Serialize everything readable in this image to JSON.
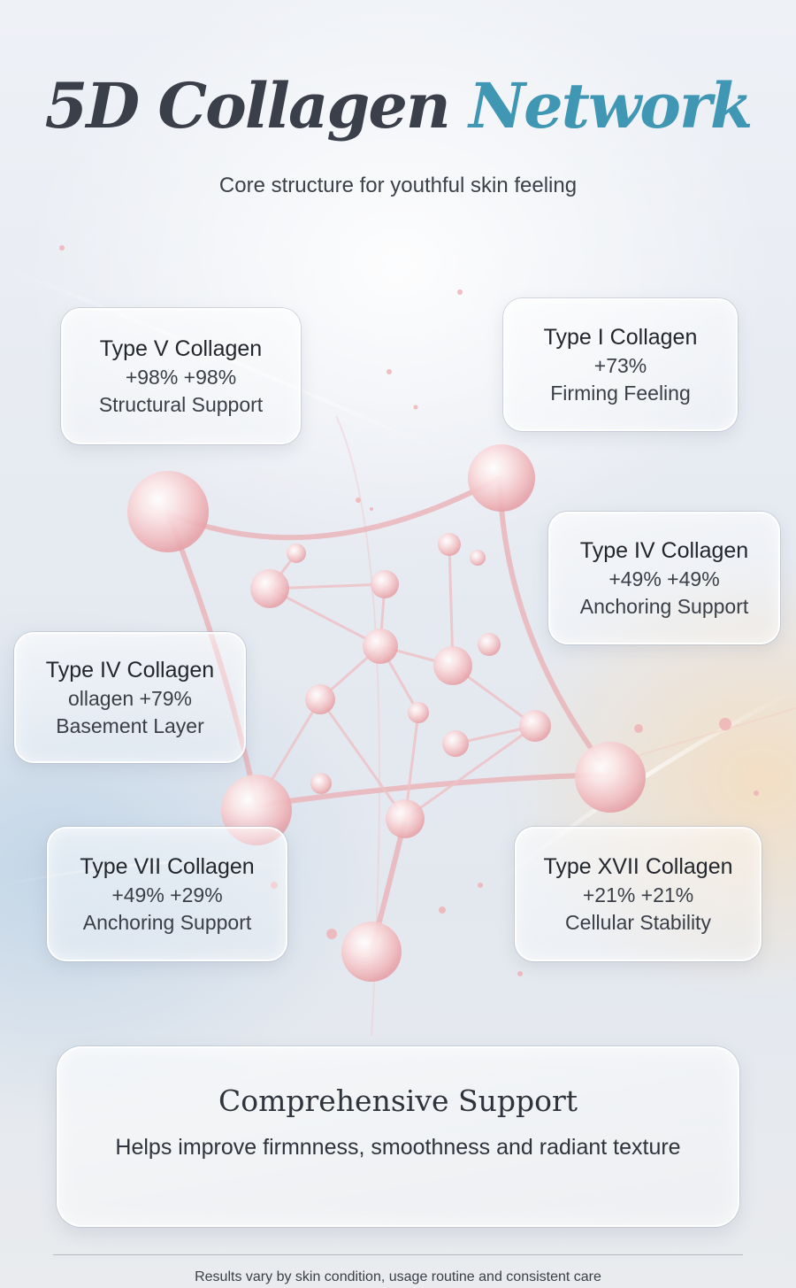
{
  "header": {
    "title_main": "5D Collagen",
    "title_accent": "Network",
    "subtitle": "Core structure for youthful skin feeling"
  },
  "cards": [
    {
      "name": "Type V Collagen",
      "stats": "+98% +98%",
      "desc": "Structural Support"
    },
    {
      "name": "Type I Collagen",
      "stats": "+73%",
      "desc": "Firming Feeling"
    },
    {
      "name": "Type IV Collagen",
      "stats": "+49%  +49%",
      "desc": "Anchoring Support"
    },
    {
      "name": "Type IV Collagen",
      "stats": "ollagen  +79%",
      "desc": "Basement Layer"
    },
    {
      "name": "Type VII Collagen",
      "stats": "+49% +29%",
      "desc": "Anchoring Support"
    },
    {
      "name": "Type XVII Collagen",
      "stats": "+21%  +21%",
      "desc": "Cellular Stability"
    }
  ],
  "summary": {
    "heading": "Comprehensive Support",
    "body": "Helps improve firmnness, smoothness and radiant texture"
  },
  "footer": {
    "disclaimer": "Results vary by skin condition, usage routine and consistent care"
  },
  "colors": {
    "accent": "#3f97b3",
    "molecule": "#f3c6c8",
    "text": "#2f333b"
  }
}
